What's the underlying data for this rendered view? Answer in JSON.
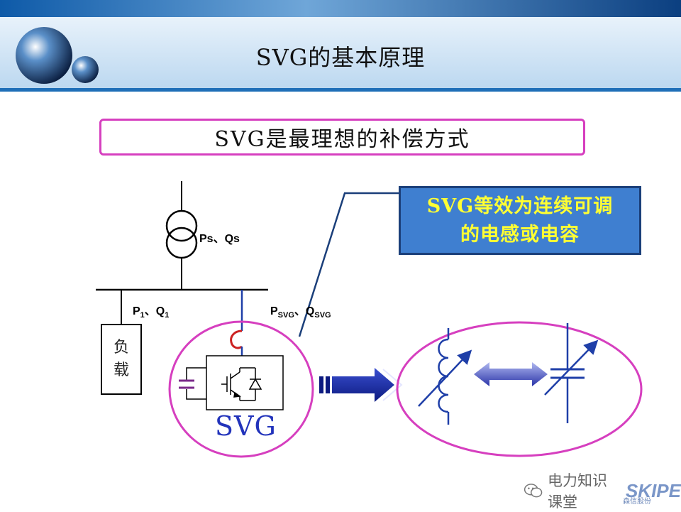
{
  "title": "SVG的基本原理",
  "subtitle": "SVG是最理想的补偿方式",
  "note": {
    "line1": "SVG等效为连续可调",
    "line2": "的电感或电容"
  },
  "labels": {
    "source": "Ps、Qs",
    "load_flow_p": "P",
    "load_flow_p_sub": "1",
    "load_flow_sep": "、Q",
    "load_flow_q_sub": "1",
    "svg_flow_p": "P",
    "svg_flow_p_sub": "SVG",
    "svg_flow_sep": "、Q",
    "svg_flow_q_sub": "SVG",
    "load_char1": "负",
    "load_char2": "载",
    "svg_device": "SVG"
  },
  "watermark": {
    "text": "电力知识课堂",
    "logo": "SKIPE",
    "logo_sub": "森信股份"
  },
  "colors": {
    "header_blue": "#1f6fb8",
    "magenta": "#d63fbf",
    "note_bg": "#3f7fd0",
    "note_text": "#ffff33",
    "arrow_blue": "#1a2aa0",
    "component_blue": "#1f3fa8",
    "reactor_red": "#cc2222",
    "capacitor_purple": "#7a2a8a"
  }
}
